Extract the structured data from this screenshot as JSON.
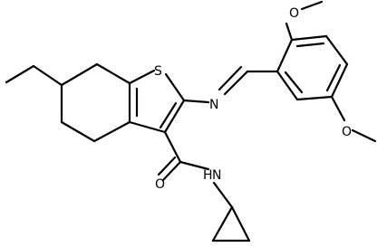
{
  "molecule": {
    "atoms": {
      "sulfur": "S",
      "imine_nitrogen": "N",
      "amide_nitrogen": "N",
      "amide_hydrogen": "H",
      "carbonyl_oxygen": "O",
      "methoxy_oxygen_top": "O",
      "methoxy_oxygen_bottom": "O"
    }
  }
}
